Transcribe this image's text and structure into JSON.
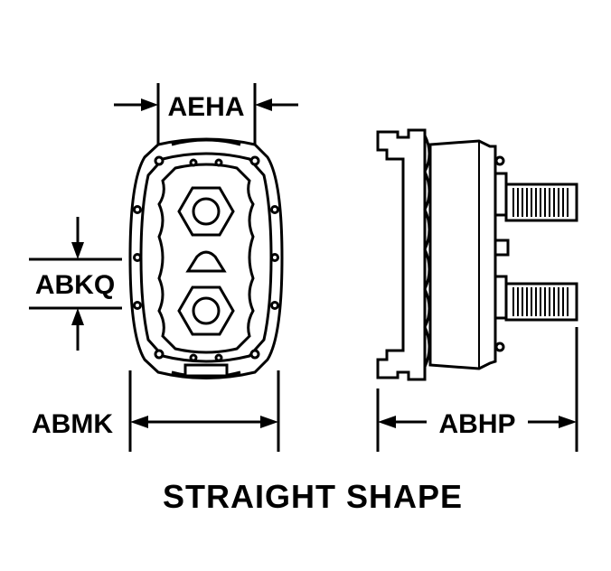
{
  "diagram": {
    "title": "STRAIGHT SHAPE",
    "dimensions": {
      "width_top": "AEHA",
      "height_left": "ABKQ",
      "width_bottom": "ABMK",
      "depth": "ABHP"
    }
  }
}
